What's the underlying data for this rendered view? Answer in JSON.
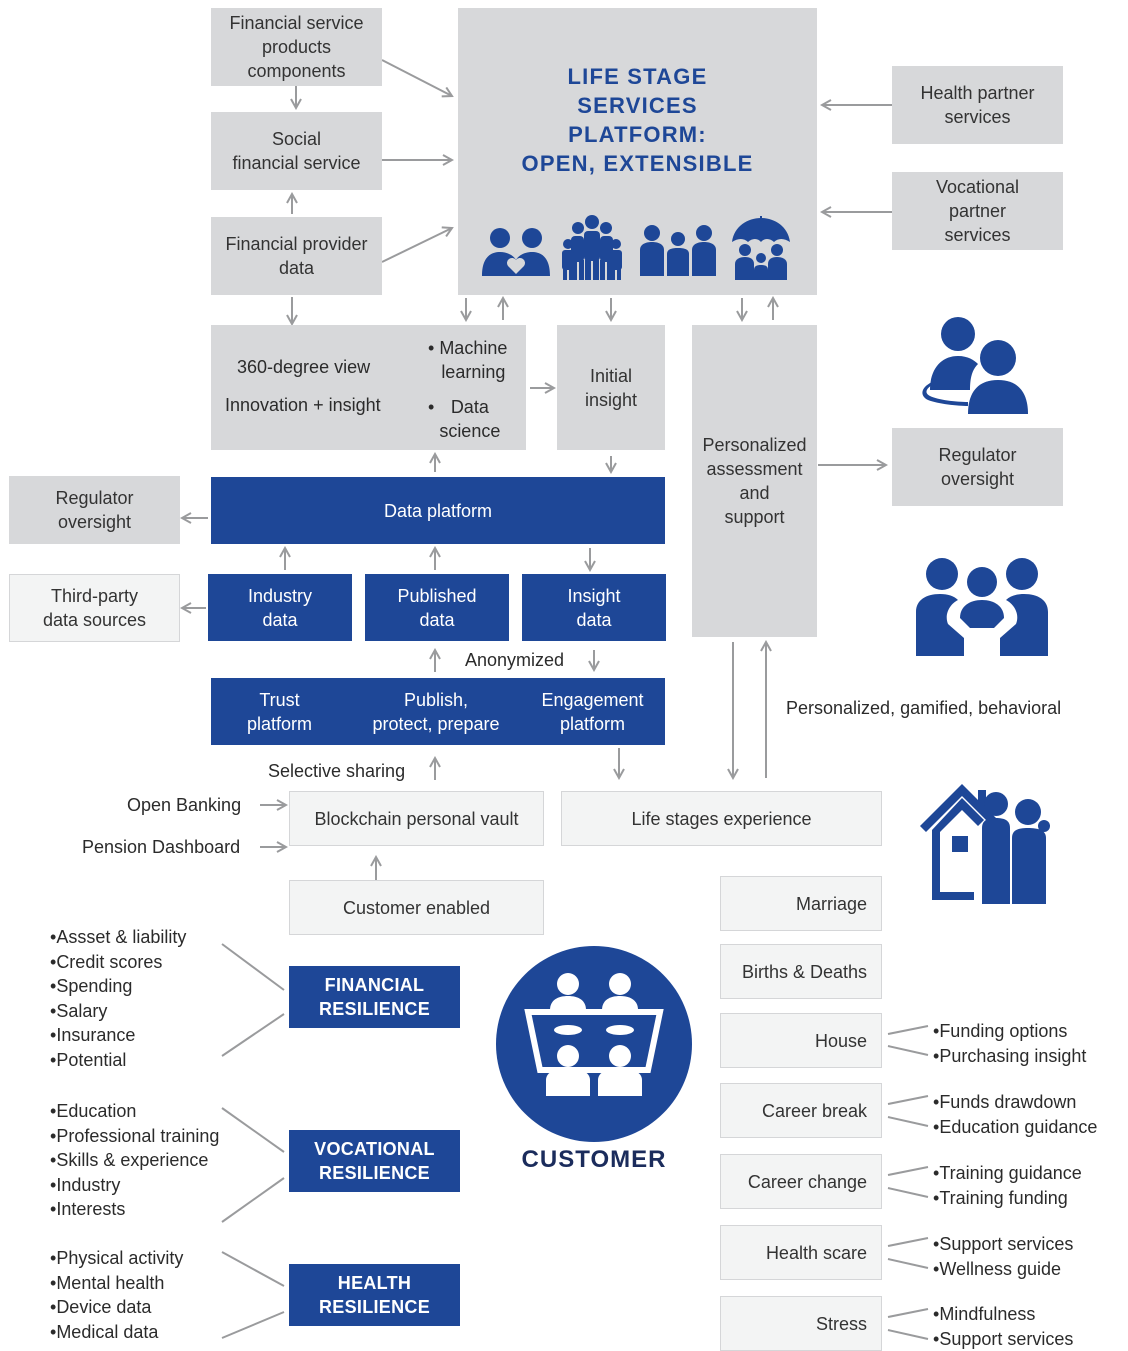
{
  "top": {
    "fsp_components": "Financial service\nproducts\ncomponents",
    "social_financial": "Social\nfinancial service",
    "financial_provider_data": "Financial provider\ndata",
    "platform_title": "LIFE STAGE\nSERVICES\nPLATFORM:\nOPEN, EXTENSIBLE",
    "health_partner": "Health partner\nservices",
    "vocational_partner": "Vocational\npartner\nservices"
  },
  "analytics": {
    "view_360": "360-degree view",
    "innovation": "Innovation + insight",
    "ml": "Machine\nlearning",
    "ds": "Data\nscience",
    "initial_insight": "Initial\ninsight",
    "personalized": "Personalized\nassessment\nand\nsupport",
    "regulator_right": "Regulator\noversight"
  },
  "data_layer": {
    "data_platform": "Data platform",
    "regulator_left": "Regulator\noversight",
    "third_party": "Third-party\ndata sources",
    "industry": "Industry\ndata",
    "published": "Published\ndata",
    "insight": "Insight\ndata",
    "anonymized": "Anonymized",
    "trust": "Trust\nplatform",
    "publish": "Publish,\nprotect, prepare",
    "engagement": "Engagement\nplatform",
    "personalized_gamified": "Personalized, gamified, behavioral"
  },
  "vault": {
    "selective_sharing": "Selective sharing",
    "open_banking": "Open Banking",
    "pension_dashboard": "Pension Dashboard",
    "blockchain": "Blockchain personal vault",
    "life_stages": "Life stages experience",
    "customer_enabled": "Customer enabled"
  },
  "resilience": {
    "financial": {
      "label": "FINANCIAL\nRESILIENCE",
      "items": [
        "Assset & liability",
        "Credit scores",
        "Spending",
        "Salary",
        "Insurance",
        "Potential"
      ]
    },
    "vocational": {
      "label": "VOCATIONAL\nRESILIENCE",
      "items": [
        "Education",
        "Professional training",
        "Skills & experience",
        "Industry",
        "Interests"
      ]
    },
    "health": {
      "label": "HEALTH\nRESILIENCE",
      "items": [
        "Physical activity",
        "Mental health",
        "Device data",
        "Medical data"
      ]
    }
  },
  "customer": {
    "label": "CUSTOMER"
  },
  "life_events": [
    {
      "label": "Marriage",
      "items": []
    },
    {
      "label": "Births & Deaths",
      "items": []
    },
    {
      "label": "House",
      "items": [
        "Funding options",
        "Purchasing insight"
      ]
    },
    {
      "label": "Career break",
      "items": [
        "Funds drawdown",
        "Education guidance"
      ]
    },
    {
      "label": "Career change",
      "items": [
        "Training guidance",
        "Training funding"
      ]
    },
    {
      "label": "Health scare",
      "items": [
        "Support services",
        "Wellness guide"
      ]
    },
    {
      "label": "Stress",
      "items": [
        "Mindfulness",
        "Support services"
      ]
    }
  ],
  "colors": {
    "brand_blue": "#1e4797",
    "box_grey": "#d7d8da",
    "arrow_grey": "#9a9b9d"
  },
  "icons": [
    "couple-heart-icon",
    "family-icon",
    "group-icon",
    "umbrella-family-icon",
    "two-people-ring-icon",
    "support-group-icon",
    "house-family-icon",
    "meeting-table-icon"
  ]
}
